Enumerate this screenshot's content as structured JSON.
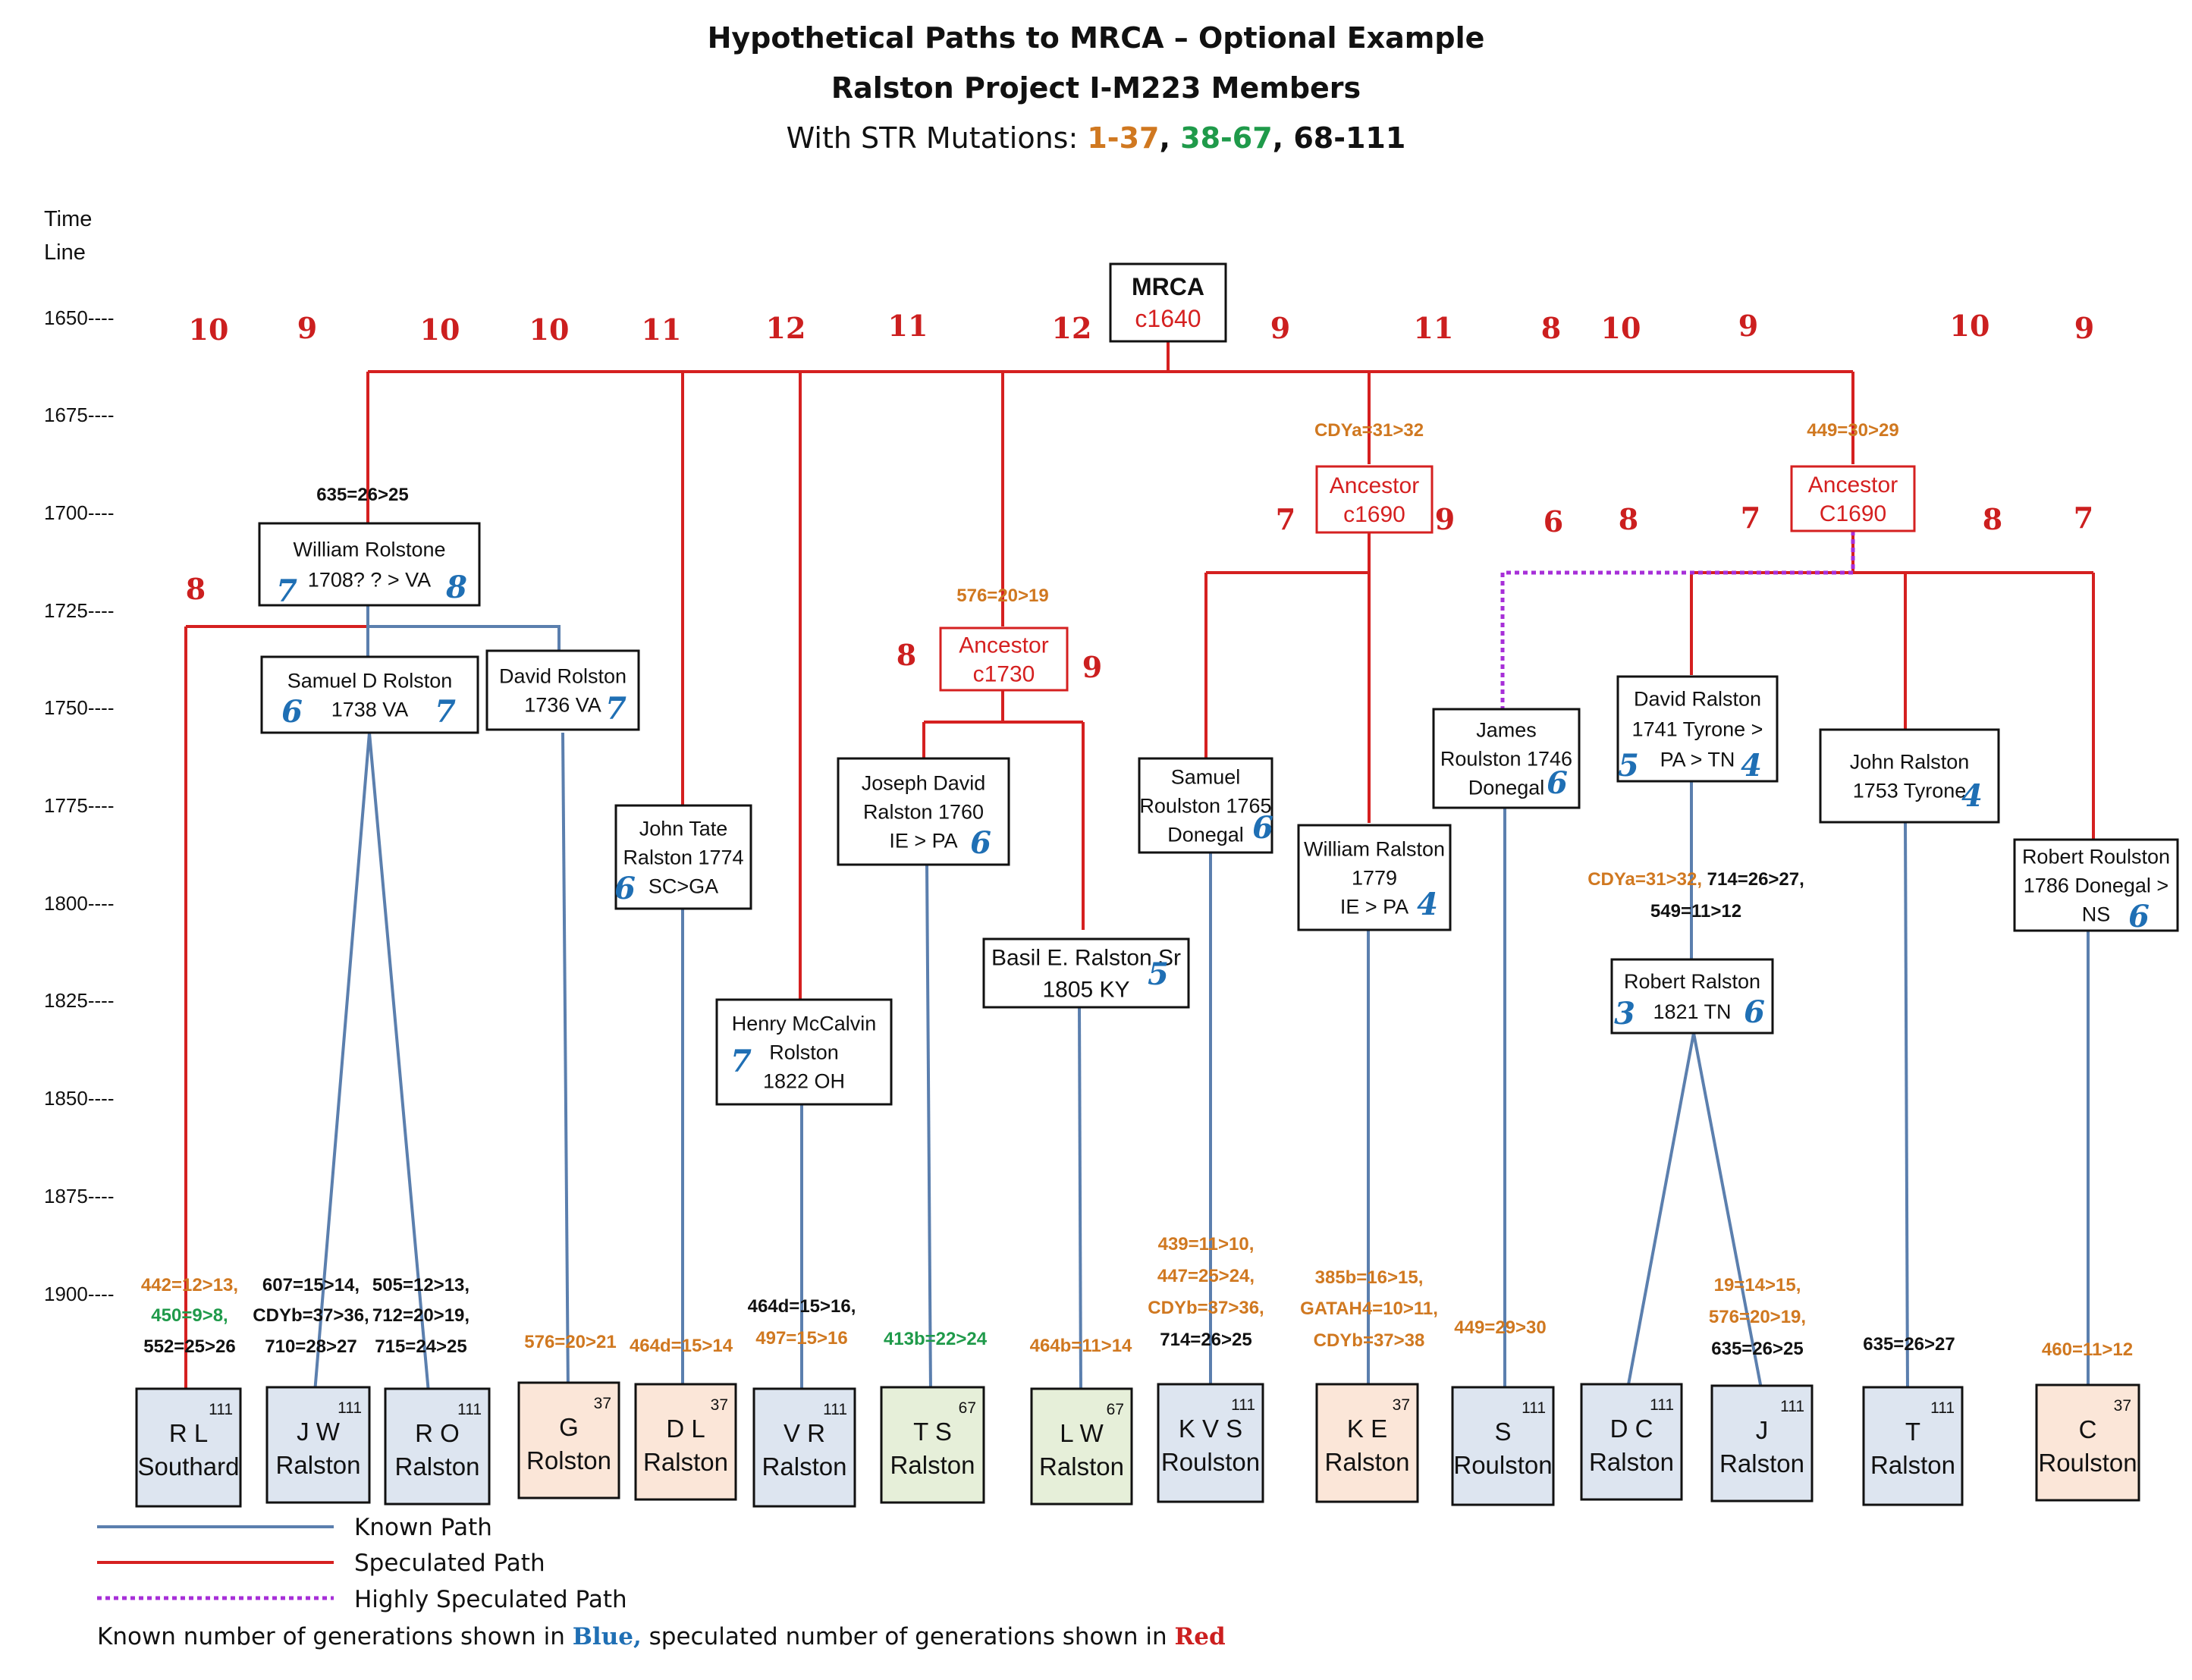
{
  "title": {
    "line1": "Hypothetical Paths to MRCA – Optional Example",
    "line2": "Ralston Project I-M223 Members",
    "line3_prefix": "With STR Mutations:  ",
    "ranges": [
      {
        "text": "1-37",
        "color": "#d07820"
      },
      {
        "text": ", ",
        "color": "#111111"
      },
      {
        "text": "38-67",
        "color": "#1f9a4a"
      },
      {
        "text": ", ",
        "color": "#111111"
      },
      {
        "text": "68-111",
        "color": "#111111"
      }
    ]
  },
  "timeline": {
    "label_line1": "Time",
    "label_line2": "Line",
    "ticks": [
      "1650----",
      "1675----",
      "1700----",
      "1725----",
      "1750----",
      "1775----",
      "1800----",
      "1825----",
      "1850----",
      "1875----",
      "1900----"
    ]
  },
  "colors": {
    "known": "#5b7fae",
    "speculated": "#d52020",
    "highly_speculated": "#a72fd8",
    "gen_blue": "#1f6fb4",
    "gen_red": "#cc1f1f",
    "str_orange": "#d07820",
    "str_green": "#1f9a4a",
    "str_black": "#111111",
    "fill_111": "#dde5f0",
    "fill_37": "#fbe6d8",
    "fill_67": "#e6efd9"
  },
  "nodes": [
    {
      "id": "mrca",
      "lines": [
        "MRCA",
        "c1640"
      ],
      "line_colors": [
        "#111111",
        "#d52020"
      ],
      "border": "#111111"
    },
    {
      "id": "anc-c1690-left",
      "lines": [
        "Ancestor",
        "c1690"
      ],
      "line_colors": [
        "#d52020",
        "#d52020"
      ],
      "border": "#d52020"
    },
    {
      "id": "anc-c1690-right",
      "lines": [
        "Ancestor",
        "C1690"
      ],
      "line_colors": [
        "#d52020",
        "#d52020"
      ],
      "border": "#d52020"
    },
    {
      "id": "anc-c1730",
      "lines": [
        "Ancestor",
        "c1730"
      ],
      "line_colors": [
        "#d52020",
        "#d52020"
      ],
      "border": "#d52020"
    },
    {
      "id": "william-rolstone",
      "lines": [
        "William Rolstone",
        "1708? ? > VA"
      ],
      "line_colors": [
        "#111111",
        "#111111"
      ],
      "border": "#111111"
    },
    {
      "id": "samuel-d-rolston",
      "lines": [
        "Samuel D Rolston",
        "1738 VA"
      ],
      "line_colors": [
        "#111111",
        "#111111"
      ],
      "border": "#111111"
    },
    {
      "id": "david-rolston",
      "lines": [
        "David Rolston",
        "1736 VA"
      ],
      "line_colors": [
        "#111111",
        "#111111"
      ],
      "border": "#111111"
    },
    {
      "id": "john-tate-ralston",
      "lines": [
        "John Tate",
        "Ralston 1774",
        "SC>GA"
      ],
      "line_colors": [
        "#111111",
        "#111111",
        "#111111"
      ],
      "border": "#111111"
    },
    {
      "id": "henry-mccalvin",
      "lines": [
        "Henry McCalvin",
        "Rolston",
        "1822 OH"
      ],
      "line_colors": [
        "#111111",
        "#111111",
        "#111111"
      ],
      "border": "#111111"
    },
    {
      "id": "joseph-david-ralston",
      "lines": [
        "Joseph David",
        "Ralston 1760",
        "IE > PA"
      ],
      "line_colors": [
        "#111111",
        "#111111",
        "#111111"
      ],
      "border": "#111111"
    },
    {
      "id": "basil-ralston",
      "lines": [
        "Basil E. Ralston Sr",
        "1805 KY"
      ],
      "line_colors": [
        "#111111",
        "#111111"
      ],
      "border": "#111111"
    },
    {
      "id": "samuel-roulston",
      "lines": [
        "Samuel",
        "Roulston 1765",
        "Donegal"
      ],
      "line_colors": [
        "#111111",
        "#111111",
        "#111111"
      ],
      "border": "#111111"
    },
    {
      "id": "william-ralston",
      "lines": [
        "William Ralston",
        "1779",
        "IE > PA"
      ],
      "line_colors": [
        "#111111",
        "#111111",
        "#111111"
      ],
      "border": "#111111"
    },
    {
      "id": "james-roulston",
      "lines": [
        "James",
        "Roulston 1746",
        "Donegal"
      ],
      "line_colors": [
        "#111111",
        "#111111",
        "#111111"
      ],
      "border": "#111111"
    },
    {
      "id": "david-ralston-1741",
      "lines": [
        "David Ralston",
        "1741 Tyrone >",
        "PA > TN"
      ],
      "line_colors": [
        "#111111",
        "#111111",
        "#111111"
      ],
      "border": "#111111"
    },
    {
      "id": "robert-ralston",
      "lines": [
        "Robert Ralston",
        "1821 TN"
      ],
      "line_colors": [
        "#111111",
        "#111111"
      ],
      "border": "#111111"
    },
    {
      "id": "john-ralston",
      "lines": [
        "John Ralston",
        "1753 Tyrone"
      ],
      "line_colors": [
        "#111111",
        "#111111"
      ],
      "border": "#111111"
    },
    {
      "id": "robert-roulston",
      "lines": [
        "Robert Roulston",
        "1786 Donegal >",
        "NS"
      ],
      "line_colors": [
        "#111111",
        "#111111",
        "#111111"
      ],
      "border": "#111111"
    }
  ],
  "members": [
    {
      "id": "rl",
      "lines": [
        "R L",
        "Southard"
      ],
      "markers": "111"
    },
    {
      "id": "jw",
      "lines": [
        "J W",
        "Ralston"
      ],
      "markers": "111"
    },
    {
      "id": "ro",
      "lines": [
        "R O",
        "Ralston"
      ],
      "markers": "111"
    },
    {
      "id": "g",
      "lines": [
        "G",
        "Rolston"
      ],
      "markers": "37"
    },
    {
      "id": "dl",
      "lines": [
        "D L",
        "Ralston"
      ],
      "markers": "37"
    },
    {
      "id": "vr",
      "lines": [
        "V R",
        "Ralston"
      ],
      "markers": "111"
    },
    {
      "id": "ts",
      "lines": [
        "T S",
        "Ralston"
      ],
      "markers": "67"
    },
    {
      "id": "lw",
      "lines": [
        "L W",
        "Ralston"
      ],
      "markers": "67"
    },
    {
      "id": "kvs",
      "lines": [
        "K V S",
        "Roulston"
      ],
      "markers": "111"
    },
    {
      "id": "ke",
      "lines": [
        "K E",
        "Ralston"
      ],
      "markers": "37"
    },
    {
      "id": "s",
      "lines": [
        "S",
        "Roulston"
      ],
      "markers": "111"
    },
    {
      "id": "dc",
      "lines": [
        "D C",
        "Ralston"
      ],
      "markers": "111"
    },
    {
      "id": "j",
      "lines": [
        "J",
        "Ralston"
      ],
      "markers": "111"
    },
    {
      "id": "t",
      "lines": [
        "T",
        "Ralston"
      ],
      "markers": "111"
    },
    {
      "id": "c",
      "lines": [
        "C",
        "Roulston"
      ],
      "markers": "37"
    }
  ],
  "red_generations": [
    "10",
    "9",
    "10",
    "10",
    "11",
    "12",
    "11",
    "12",
    "9",
    "11",
    "8",
    "10",
    "9",
    "10",
    "9",
    "8",
    "7",
    "9",
    "6",
    "8",
    "7",
    "8",
    "7",
    "8",
    "9"
  ],
  "blue_generations": [
    "7",
    "8",
    "6",
    "7",
    "7",
    "6",
    "7",
    "6",
    "5",
    "6",
    "4",
    "6",
    "5",
    "4",
    "3",
    "6",
    "4",
    "6"
  ],
  "mutations": [
    {
      "id": "m-635",
      "parts": [
        {
          "t": "635=26>25",
          "c": "#111111"
        }
      ]
    },
    {
      "id": "m-cdya-left",
      "parts": [
        {
          "t": "CDYa=31>32",
          "c": "#d07820"
        }
      ]
    },
    {
      "id": "m-449-right",
      "parts": [
        {
          "t": "449=30>29",
          "c": "#d07820"
        }
      ]
    },
    {
      "id": "m-576-mid",
      "parts": [
        {
          "t": "576=20>19",
          "c": "#d07820"
        }
      ]
    },
    {
      "id": "m-davidtn-1",
      "parts": [
        {
          "t": "CDYa=31>32, ",
          "c": "#d07820"
        },
        {
          "t": "714=26>27,",
          "c": "#111111"
        }
      ]
    },
    {
      "id": "m-davidtn-2",
      "parts": [
        {
          "t": "549=11>12",
          "c": "#111111"
        }
      ]
    },
    {
      "id": "m-rl-1",
      "parts": [
        {
          "t": "442=12>13,",
          "c": "#d07820"
        }
      ]
    },
    {
      "id": "m-rl-2",
      "parts": [
        {
          "t": "450=9>8,",
          "c": "#1f9a4a"
        }
      ]
    },
    {
      "id": "m-rl-3",
      "parts": [
        {
          "t": "552=25>26",
          "c": "#111111"
        }
      ]
    },
    {
      "id": "m-jw-1",
      "parts": [
        {
          "t": "607=15>14,",
          "c": "#111111"
        }
      ]
    },
    {
      "id": "m-jw-2",
      "parts": [
        {
          "t": "CDYb=37>36,",
          "c": "#111111"
        }
      ]
    },
    {
      "id": "m-jw-3",
      "parts": [
        {
          "t": "710=28>27",
          "c": "#111111"
        }
      ]
    },
    {
      "id": "m-ro-1",
      "parts": [
        {
          "t": "505=12>13,",
          "c": "#111111"
        }
      ]
    },
    {
      "id": "m-ro-2",
      "parts": [
        {
          "t": "712=20>19,",
          "c": "#111111"
        }
      ]
    },
    {
      "id": "m-ro-3",
      "parts": [
        {
          "t": "715=24>25",
          "c": "#111111"
        }
      ]
    },
    {
      "id": "m-g",
      "parts": [
        {
          "t": "576=20>21",
          "c": "#d07820"
        }
      ]
    },
    {
      "id": "m-dl",
      "parts": [
        {
          "t": "464d=15>14",
          "c": "#d07820"
        }
      ]
    },
    {
      "id": "m-vr-1",
      "parts": [
        {
          "t": "464d=15>16,",
          "c": "#111111"
        }
      ]
    },
    {
      "id": "m-vr-2",
      "parts": [
        {
          "t": "497=15>16",
          "c": "#d07820"
        }
      ]
    },
    {
      "id": "m-ts",
      "parts": [
        {
          "t": "413b=22>24",
          "c": "#1f9a4a"
        }
      ]
    },
    {
      "id": "m-lw",
      "parts": [
        {
          "t": "464b=11>14",
          "c": "#d07820"
        }
      ]
    },
    {
      "id": "m-kvs-1",
      "parts": [
        {
          "t": "439=11>10,",
          "c": "#d07820"
        }
      ]
    },
    {
      "id": "m-kvs-2",
      "parts": [
        {
          "t": "447=25>24,",
          "c": "#d07820"
        }
      ]
    },
    {
      "id": "m-kvs-3",
      "parts": [
        {
          "t": "CDYb=37>36,",
          "c": "#d07820"
        }
      ]
    },
    {
      "id": "m-kvs-4",
      "parts": [
        {
          "t": "714=26>25",
          "c": "#111111"
        }
      ]
    },
    {
      "id": "m-ke-1",
      "parts": [
        {
          "t": "385b=16>15,",
          "c": "#d07820"
        }
      ]
    },
    {
      "id": "m-ke-2",
      "parts": [
        {
          "t": "GATAH4=10>11,",
          "c": "#d07820"
        }
      ]
    },
    {
      "id": "m-ke-3",
      "parts": [
        {
          "t": "CDYb=37>38",
          "c": "#d07820"
        }
      ]
    },
    {
      "id": "m-s",
      "parts": [
        {
          "t": "449=29>30",
          "c": "#d07820"
        }
      ]
    },
    {
      "id": "m-j-1",
      "parts": [
        {
          "t": "19=14>15,",
          "c": "#d07820"
        }
      ]
    },
    {
      "id": "m-j-2",
      "parts": [
        {
          "t": "576=20>19,",
          "c": "#d07820"
        }
      ]
    },
    {
      "id": "m-j-3",
      "parts": [
        {
          "t": "635=26>25",
          "c": "#111111"
        }
      ]
    },
    {
      "id": "m-t",
      "parts": [
        {
          "t": "635=26>27",
          "c": "#111111"
        }
      ]
    },
    {
      "id": "m-c",
      "parts": [
        {
          "t": "460=11>12",
          "c": "#d07820"
        }
      ]
    }
  ],
  "legend": {
    "known": "Known Path",
    "speculated": "Speculated Path",
    "highly_speculated": "Highly Speculated Path",
    "note_part1": "Known number of generations shown in ",
    "note_blue": "Blue,",
    "note_part2": " speculated number of generations shown in ",
    "note_red": "Red"
  }
}
